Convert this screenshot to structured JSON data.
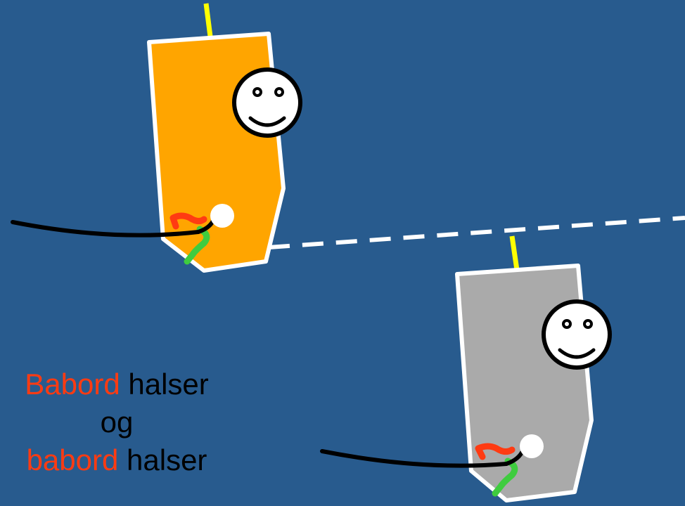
{
  "caption": {
    "line1_red": "Babord",
    "line1_rest": " halser",
    "line2": "og",
    "line3_red": "babord",
    "line3_rest": " halser"
  },
  "colors": {
    "background": "#285b8e",
    "boat_top": "#ffa500",
    "boat_bottom": "#aaaaaa",
    "outline": "#ffffff",
    "mast_line": "#ffff00",
    "port_rope": "#ff3b12",
    "starboard_rope": "#3fcc3f",
    "emphasis_text": "#ff3b12"
  },
  "icons": [
    "smiley-face-icon",
    "tiller-icon",
    "boom-icon"
  ]
}
